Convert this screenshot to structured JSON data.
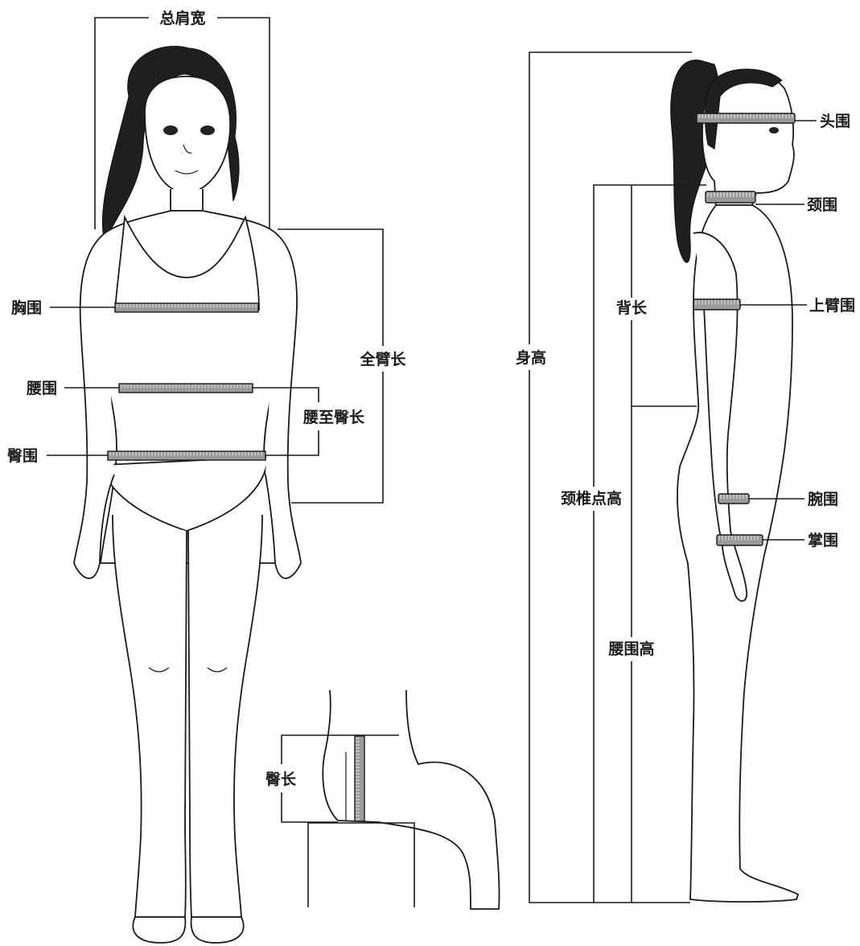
{
  "labels": {
    "total_shoulder_width": "总肩宽",
    "chest_girth": "胸围",
    "waist_girth": "腰围",
    "hip_girth": "臀围",
    "full_arm_length": "全臂长",
    "waist_to_hip_length": "腰至臀长",
    "hip_length": "臀长",
    "height": "身高",
    "back_length": "背长",
    "cervical_height": "颈椎点高",
    "waist_height": "腰围高",
    "head_girth": "头围",
    "neck_girth": "颈围",
    "upper_arm_girth": "上臂围",
    "wrist_girth": "腕围",
    "palm_girth": "掌围"
  }
}
